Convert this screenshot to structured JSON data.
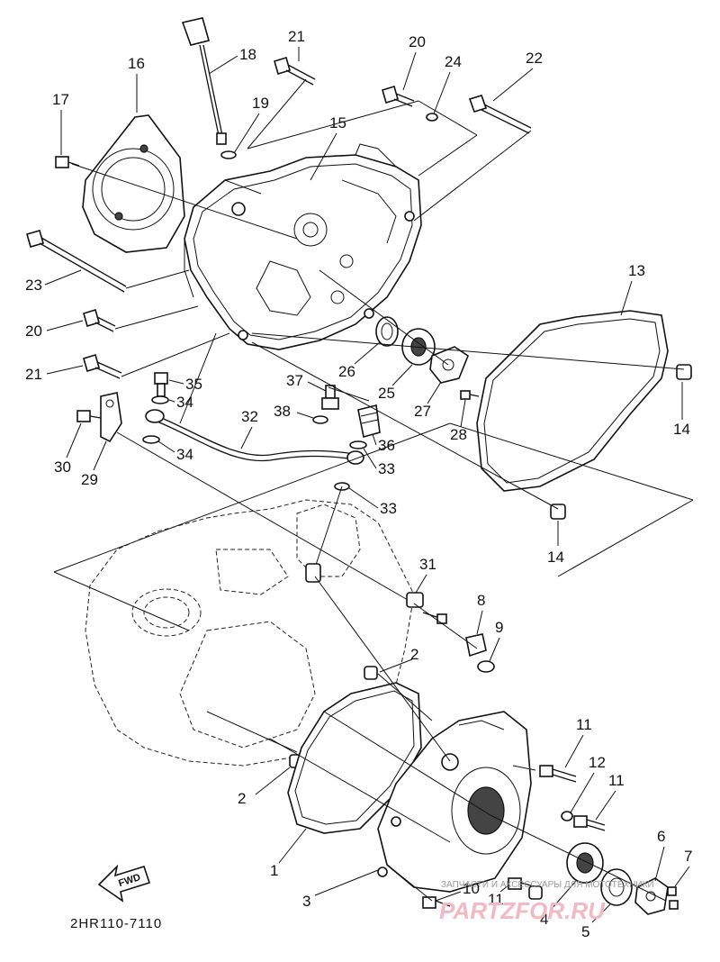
{
  "diagram": {
    "drawing_code": "2HR110-7110",
    "fwd_label": "FWD",
    "part_numbers": [
      "1",
      "2",
      "3",
      "4",
      "5",
      "6",
      "7",
      "8",
      "9",
      "10",
      "11",
      "12",
      "13",
      "14",
      "15",
      "16",
      "17",
      "18",
      "19",
      "20",
      "21",
      "22",
      "23",
      "24",
      "25",
      "26",
      "27",
      "28",
      "29",
      "30",
      "31",
      "32",
      "33",
      "34",
      "35",
      "36",
      "37",
      "38"
    ]
  },
  "watermark": {
    "caption": "ЗАПЧАСТИ И АКСЕССУАРЫ ДЛЯ МОТОТЕХНИКИ",
    "logo": "PARTZFOR.RU"
  }
}
